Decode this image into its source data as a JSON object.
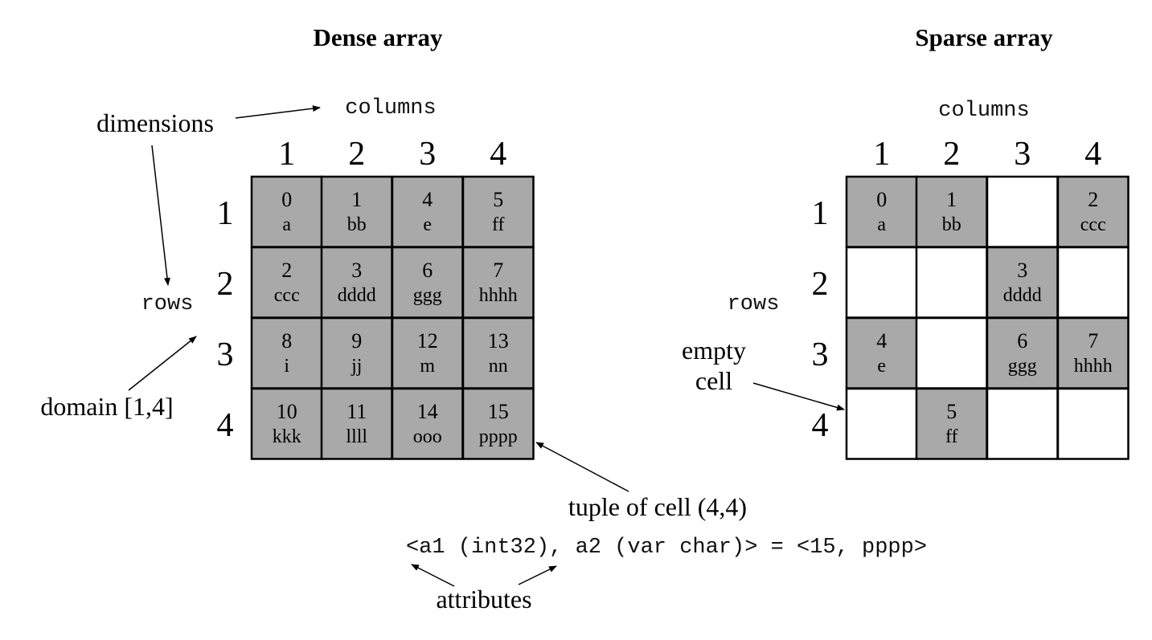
{
  "dense": {
    "title": "Dense array",
    "columns_label": "columns",
    "rows_label": "rows",
    "col_headers": [
      "1",
      "2",
      "3",
      "4"
    ],
    "row_headers": [
      "1",
      "2",
      "3",
      "4"
    ],
    "cells": [
      [
        {
          "num": "0",
          "val": "a"
        },
        {
          "num": "1",
          "val": "bb"
        },
        {
          "num": "4",
          "val": "e"
        },
        {
          "num": "5",
          "val": "ff"
        }
      ],
      [
        {
          "num": "2",
          "val": "ccc"
        },
        {
          "num": "3",
          "val": "dddd"
        },
        {
          "num": "6",
          "val": "ggg"
        },
        {
          "num": "7",
          "val": "hhhh"
        }
      ],
      [
        {
          "num": "8",
          "val": "i"
        },
        {
          "num": "9",
          "val": "jj"
        },
        {
          "num": "12",
          "val": "m"
        },
        {
          "num": "13",
          "val": "nn"
        }
      ],
      [
        {
          "num": "10",
          "val": "kkk"
        },
        {
          "num": "11",
          "val": "llll"
        },
        {
          "num": "14",
          "val": "ooo"
        },
        {
          "num": "15",
          "val": "pppp"
        }
      ]
    ]
  },
  "sparse": {
    "title": "Sparse array",
    "columns_label": "columns",
    "rows_label": "rows",
    "col_headers": [
      "1",
      "2",
      "3",
      "4"
    ],
    "row_headers": [
      "1",
      "2",
      "3",
      "4"
    ],
    "cells": [
      [
        {
          "num": "0",
          "val": "a"
        },
        {
          "num": "1",
          "val": "bb"
        },
        null,
        {
          "num": "2",
          "val": "ccc"
        }
      ],
      [
        null,
        null,
        {
          "num": "3",
          "val": "dddd"
        },
        null
      ],
      [
        {
          "num": "4",
          "val": "e"
        },
        null,
        {
          "num": "6",
          "val": "ggg"
        },
        {
          "num": "7",
          "val": "hhhh"
        }
      ],
      [
        null,
        {
          "num": "5",
          "val": "ff"
        },
        null,
        null
      ]
    ]
  },
  "annotations": {
    "dimensions": "dimensions",
    "domain": "domain [1,4]",
    "tuple": "tuple of cell (4,4)",
    "empty_line1": "empty",
    "empty_line2": "cell",
    "attributes": "attributes",
    "attribute_expr": "<a1 (int32), a2 (var char)> = <15, pppp>"
  },
  "colors": {
    "filled_cell": "#a9a9a9",
    "empty_cell": "#ffffff",
    "border": "#000000"
  }
}
